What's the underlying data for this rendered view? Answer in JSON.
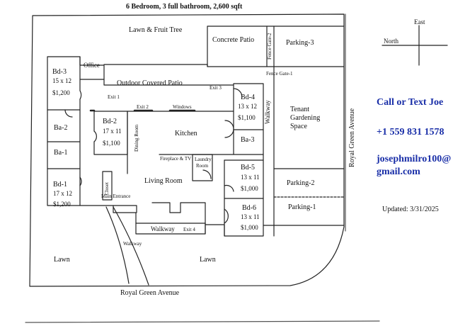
{
  "title": "6 Bedroom, 3 full bathroom, 2,600 sqft",
  "compass": {
    "east": "East",
    "north": "North"
  },
  "contact": {
    "call_or_text": "Call or Text Joe",
    "phone": "+1 559 831 1578",
    "email_line1": "josephmilro100@",
    "email_line2": "gmail.com",
    "updated": "Updated: 3/31/2025"
  },
  "street_bottom": "Royal Green Avenue",
  "street_right": "Royal Green Avenue",
  "areas": {
    "lawn_fruit": "Lawn & Fruit Tree",
    "concrete_patio": "Concrete Patio",
    "fence_gate_2": "Fence Gate-2",
    "parking_3": "Parking-3",
    "fence_gate_1": "Fence Gate-1",
    "outdoor_patio": "Outdoor Covered Patio",
    "walkway_right": "Walkway",
    "tenant_garden_1": "Tenant",
    "tenant_garden_2": "Gardening",
    "tenant_garden_3": "Space",
    "parking_2": "Parking-2",
    "parking_1": "Parking-1",
    "walkway_bottom": "Walkway",
    "walkway_diag": "Walkway",
    "lawn_left": "Lawn",
    "lawn_center": "Lawn"
  },
  "rooms": {
    "bd3": {
      "name": "Bd-3",
      "size": "15 x 12",
      "rent": "$1,200"
    },
    "office": "Office",
    "bd2": {
      "name": "Bd-2",
      "size": "17 x 11",
      "rent": "$1,100"
    },
    "bd4": {
      "name": "Bd-4",
      "size": "13 x 12",
      "rent": "$1,100"
    },
    "bd5": {
      "name": "Bd-5",
      "size": "13 x 11",
      "rent": "$1,000"
    },
    "bd6": {
      "name": "Bd-6",
      "size": "13 x 11",
      "rent": "$1,000"
    },
    "bd1": {
      "name": "Bd-1",
      "size": "17 x 12",
      "rent": "$1,200"
    },
    "ba2": "Ba-2",
    "ba1": "Ba-1",
    "ba3": "Ba-3",
    "kitchen": "Kitchen",
    "dining": "Dining Room",
    "living": "Living Room",
    "laundry_1": "Laundry",
    "laundry_2": "Room",
    "fireplace": "Fireplace & TV",
    "closet": "Closet"
  },
  "labels": {
    "exit1": "Exit 1",
    "exit2": "Exit 2",
    "exit3": "Exit 3",
    "exit4": "Exit 4",
    "windows": "Windows",
    "main_entrance": "Main Entrance"
  }
}
